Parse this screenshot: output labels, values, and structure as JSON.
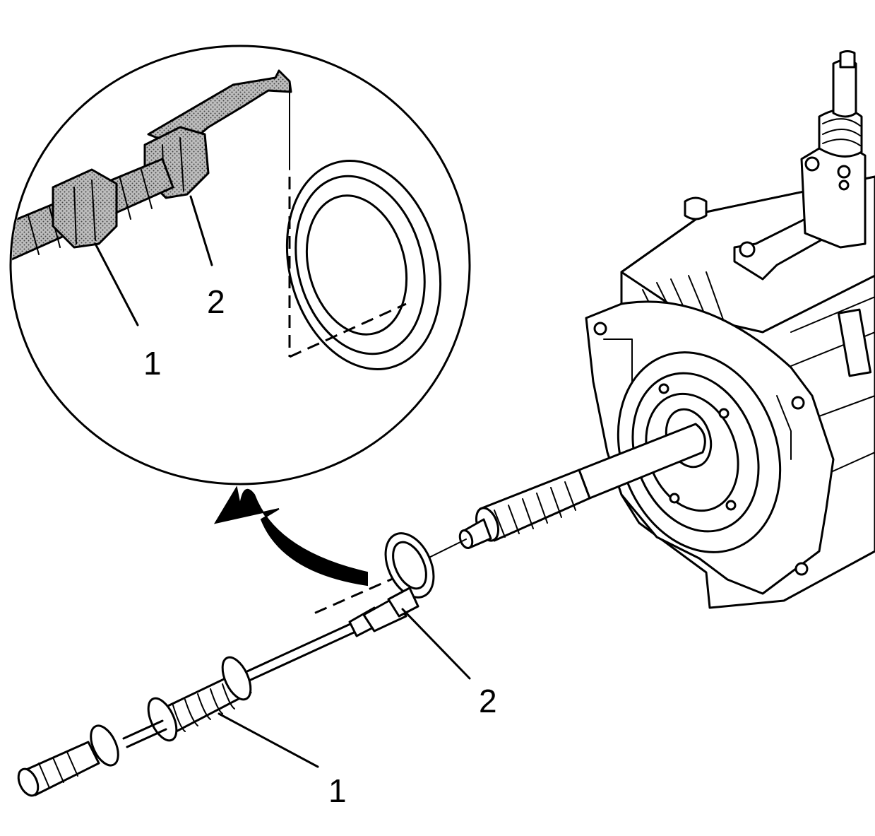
{
  "figure": {
    "callouts": [
      {
        "id": "detail-1",
        "text": "1"
      },
      {
        "id": "detail-2",
        "text": "2"
      },
      {
        "id": "main-1",
        "text": "1"
      },
      {
        "id": "main-2",
        "text": "2"
      }
    ],
    "colors": {
      "line": "#000000",
      "background": "#ffffff",
      "stipple": "#555555"
    },
    "icons": [
      "curved-arrow-icon"
    ]
  }
}
